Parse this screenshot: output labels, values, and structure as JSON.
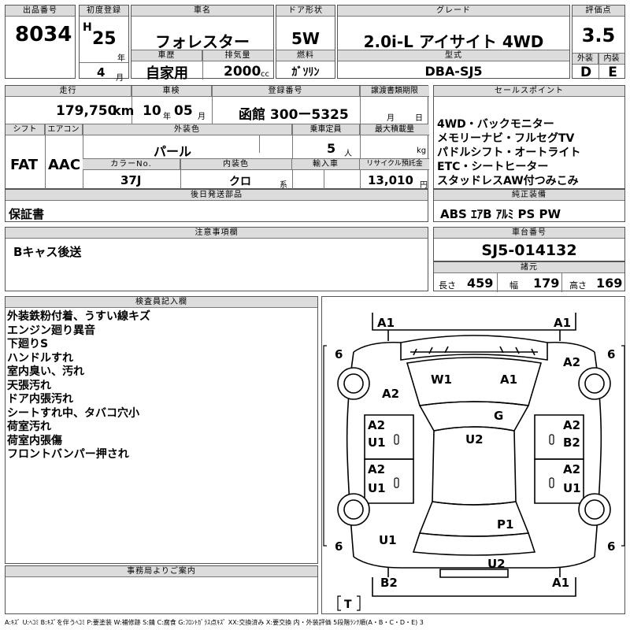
{
  "header": {
    "lot_no_label": "出品番号",
    "lot_no": "8034",
    "first_reg_label": "初度登録",
    "era": "H",
    "year": "25",
    "year_unit": "年",
    "month": "4",
    "month_unit": "月",
    "car_name_label": "車名",
    "car_name": "フォレスター",
    "door_label": "ドア形状",
    "door": "5W",
    "grade_label": "グレード",
    "grade": "2.0i-L アイサイト 4WD",
    "score_label": "評価点",
    "score": "3.5",
    "history_label": "車歴",
    "history": "自家用",
    "displacement_label": "排気量",
    "displacement": "2000",
    "displacement_unit": "cc",
    "fuel_label": "燃料",
    "fuel": "ｶﾞｿﾘﾝ",
    "model_label": "型式",
    "model": "DBA-SJ5",
    "exterior_label": "外装",
    "exterior": "D",
    "interior_label": "内装",
    "interior": "E"
  },
  "row2": {
    "mileage_label": "走行",
    "mileage": "179,750",
    "mileage_unit": "km",
    "inspection_label": "車検",
    "inspection_year": "10",
    "inspection_year_unit": "年",
    "inspection_month": "05",
    "inspection_month_unit": "月",
    "plate_label": "登録番号",
    "plate": "函館 300ー5325",
    "transfer_label": "譲渡書類期限",
    "transfer_month_unit": "月",
    "transfer_day_unit": "日",
    "shift_label": "シフト",
    "shift": "FAT",
    "ac_label": "エアコン",
    "ac": "AAC",
    "color_label": "外装色",
    "color": "パール",
    "capacity_label": "乗車定員",
    "capacity": "5",
    "capacity_unit": "人",
    "load_label": "最大積載量",
    "load_unit": "kg",
    "color_no_label": "カラーNo.",
    "color_no": "37J",
    "int_color_label": "内装色",
    "int_color": "クロ",
    "int_color_unit": "系",
    "import_label": "輸入車",
    "recycle_label": "リサイクル預託金",
    "recycle": "13,010",
    "recycle_unit": "円"
  },
  "sales": {
    "label": "セールスポイント",
    "lines": "4WD・バックモニター\nメモリーナビ・フルセグTV\nパドルシフト・オートライト\nETC・シートヒーター\nスタッドレスAW付つみこみ"
  },
  "later_parts": {
    "label": "後日発送部品",
    "text": "保証書"
  },
  "equipment": {
    "label": "純正装備",
    "text": "ABS ｴｱB ｱﾙﾐ PS PW"
  },
  "notes": {
    "label": "注意事項欄",
    "text": "Bキャス後送"
  },
  "chassis": {
    "label": "車台番号",
    "number": "SJ5-014132"
  },
  "dims": {
    "label": "諸元",
    "length_label": "長さ",
    "length": "459",
    "width_label": "幅",
    "width": "179",
    "height_label": "高さ",
    "height": "169"
  },
  "inspector": {
    "label": "検査員記入欄",
    "lines": "外装鉄粉付着、うすい線キズ\nエンジン廻り異音\n下廻りS\nハンドルすれ\n室内臭い、汚れ\n天張汚れ\nドア内張汚れ\nシートすれ中、タバコ穴小\n荷室汚れ\n荷室内張傷\nフロントバンパー押され"
  },
  "office": {
    "label": "事務局よりご案内"
  },
  "diagram": {
    "marks": {
      "front_left": "A1",
      "front_right": "A1",
      "front_fender_right": "A2",
      "hood_left": "W1",
      "hood_right": "A1",
      "fender_left": "A2",
      "roof": "G",
      "front_door_left_1": "A2",
      "front_door_left_2": "U1",
      "front_door_right_1": "A2",
      "front_door_right_2": "B2",
      "cabin": "U2",
      "rear_door_left_1": "A2",
      "rear_door_left_2": "U1",
      "rear_door_right_1": "A2",
      "rear_door_right_2": "U1",
      "rear_quarter_left": "U1",
      "tailgate": "P1",
      "rear_bumper": "U2",
      "rear_left": "B2",
      "rear_right": "A1"
    },
    "tire_fl": "6",
    "tire_fr": "6",
    "tire_rl": "6",
    "tire_rr": "6",
    "spare": "T"
  },
  "legend": "A:ｷｽﾞ U:ﾍｺﾐ B:ｷｽﾞを伴うﾍｺﾐ P:要塗装 W:補修跡 S:錆 C:腐食 G:ﾌﾛﾝﾄｶﾞﾗｽ点ｷｽﾞ XX:交換済み X:要交換 内・外装評価 5段階ﾗﾝｸ順(A・B・C・D・E) 3"
}
